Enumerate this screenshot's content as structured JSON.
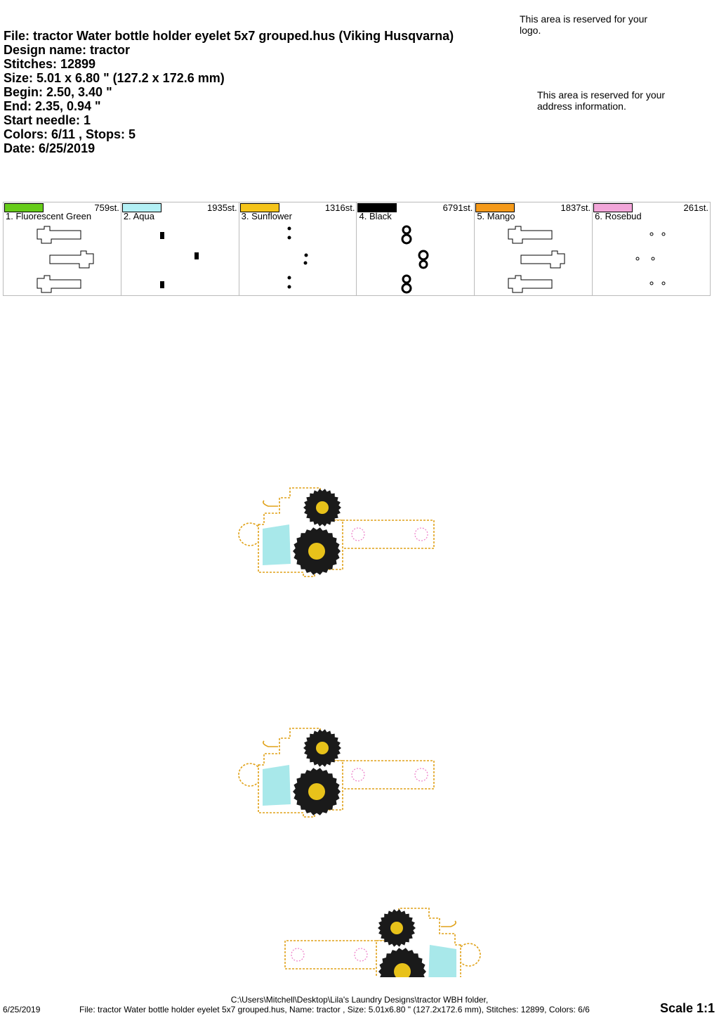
{
  "header": {
    "file": "File: tractor Water bottle holder eyelet 5x7 grouped.hus  (Viking Husqvarna)",
    "design_name": "Design name: tractor",
    "stitches": "Stitches: 12899",
    "size": "Size: 5.01 x 6.80 \" (127.2 x 172.6 mm)",
    "begin": "Begin: 2.50, 3.40 \"",
    "end": "End: 2.35, 0.94 \"",
    "start_needle": "Start needle: 1",
    "colors_stops": "Colors: 6/11 , Stops: 5",
    "date": "Date: 6/25/2019"
  },
  "reserved": {
    "logo": "This area is reserved for your logo.",
    "address": "This area is reserved for your address information."
  },
  "colors": [
    {
      "name": "1. Fluorescent Green",
      "stitches": "759st.",
      "hex": "#66cc1a",
      "thumb": "outline"
    },
    {
      "name": "2. Aqua",
      "stitches": "1935st.",
      "hex": "#b3f0f5",
      "thumb": "windows"
    },
    {
      "name": "3. Sunflower",
      "stitches": "1316st.",
      "hex": "#f5c41a",
      "thumb": "hubs"
    },
    {
      "name": "4. Black",
      "stitches": "6791st.",
      "hex": "#000000",
      "thumb": "tires"
    },
    {
      "name": "5. Mango",
      "stitches": "1837st.",
      "hex": "#f59a1a",
      "thumb": "outline"
    },
    {
      "name": "6. Rosebud",
      "stitches": "261st.",
      "hex": "#f2a6d9",
      "thumb": "eyelets"
    }
  ],
  "footer": {
    "path": "C:\\Users\\Mitchell\\Desktop\\Lila's Laundry Designs\\tractor WBH folder,",
    "file_line": "File: tractor Water bottle holder eyelet 5x7 grouped.hus, Name: tractor , Size: 5.01x6.80 \" (127.2x172.6 mm), Stitches: 12899, Colors: 6/6",
    "date": "6/25/2019",
    "scale": "Scale 1:1"
  },
  "style": {
    "mango_outline": "#e0a21a",
    "aqua_fill": "#a8e8ea",
    "hub_yellow": "#e8c21a",
    "tire": "#1a1a1a",
    "rosebud": "#ee88cc"
  }
}
